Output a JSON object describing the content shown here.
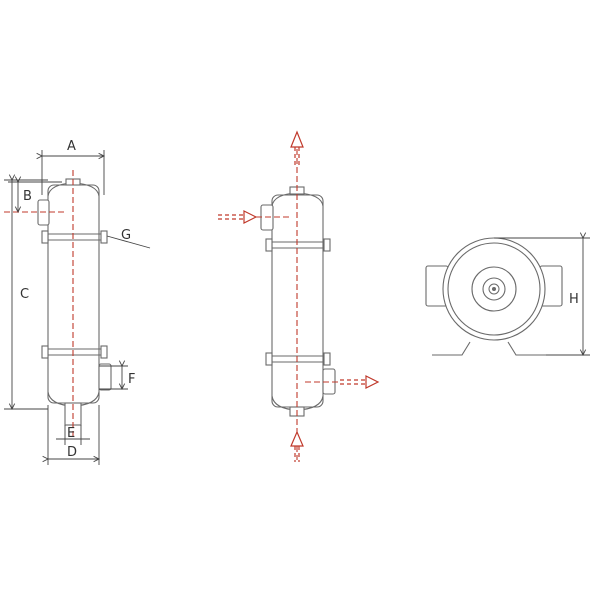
{
  "labels": {
    "A": "A",
    "B": "B",
    "C": "C",
    "D": "D",
    "E": "E",
    "F": "F",
    "G": "G",
    "H": "H"
  },
  "colors": {
    "outline": "#6a6a6a",
    "dimension": "#444444",
    "flow_arrow": "#c0392b",
    "background": "#ffffff"
  }
}
